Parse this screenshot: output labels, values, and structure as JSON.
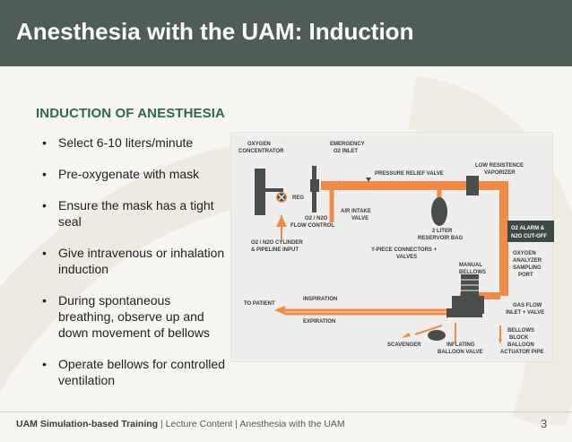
{
  "slide": {
    "title": "Anesthesia with the UAM: Induction",
    "subtitle": "INDUCTION OF ANESTHESIA",
    "bullets": [
      "Select 6-10 liters/minute",
      "Pre-oxygenate with mask",
      "Ensure the mask has a tight seal",
      "Give intravenous or inhalation induction",
      "During spontaneous breathing, observe up and down movement of bellows",
      "Operate bellows for controlled ventilation"
    ],
    "bullet_char": "•",
    "page_number": "3"
  },
  "footer": {
    "bold": "UAM Simulation-based Training",
    "rest": " | Lecture Content | Anesthesia with the UAM"
  },
  "diagram": {
    "labels": {
      "oxygen_concentrator": [
        "OXYGEN",
        "CONCENTRATOR"
      ],
      "emergency_o2": [
        "EMERGENCY",
        "O2 INLET"
      ],
      "pressure_relief": "PRESSURE RELIEF VALVE",
      "low_resistance": [
        "LOW RESISTENCE",
        "VAPORIZER"
      ],
      "reg": "REG",
      "air_intake": [
        "AIR INTAKE",
        "VALVE"
      ],
      "flow_control": [
        "O2 / N2O",
        "FLOW CONTROL"
      ],
      "reservoir": [
        "2 LITER",
        "RESERVOIR BAG"
      ],
      "alarm": [
        "O2 ALARM &",
        "N2O CUT-OFF"
      ],
      "cylinder": [
        "O2 / N2O CYLINDER",
        "& PIPELINE INPUT"
      ],
      "y_piece": [
        "Y-PIECE CONNECTORS +",
        "VALVES"
      ],
      "analyzer": [
        "OXYGEN",
        "ANALYZER",
        "SAMPLING",
        "PORT"
      ],
      "manual_bellows": [
        "MANUAL",
        "BELLOWS"
      ],
      "to_patient": "TO PATIENT",
      "inspiration": "INSPIRATION",
      "expiration": "EXPIRATION",
      "gas_flow": [
        "GAS FLOW",
        "INLET + VALVE"
      ],
      "bellows_block": [
        "BELLOWS",
        "BLOCK"
      ],
      "scavenger": "SCAVENGER",
      "inflating": [
        "INFLATING",
        "BALLOON VALVE"
      ],
      "balloon_pipe": [
        "BALLOON",
        "ACTUATOR PIPE"
      ]
    },
    "colors": {
      "flow_orange": "#f08a4b",
      "machine_dark": "#4a4e4a",
      "alarm_bg": "#3d4a44"
    }
  }
}
